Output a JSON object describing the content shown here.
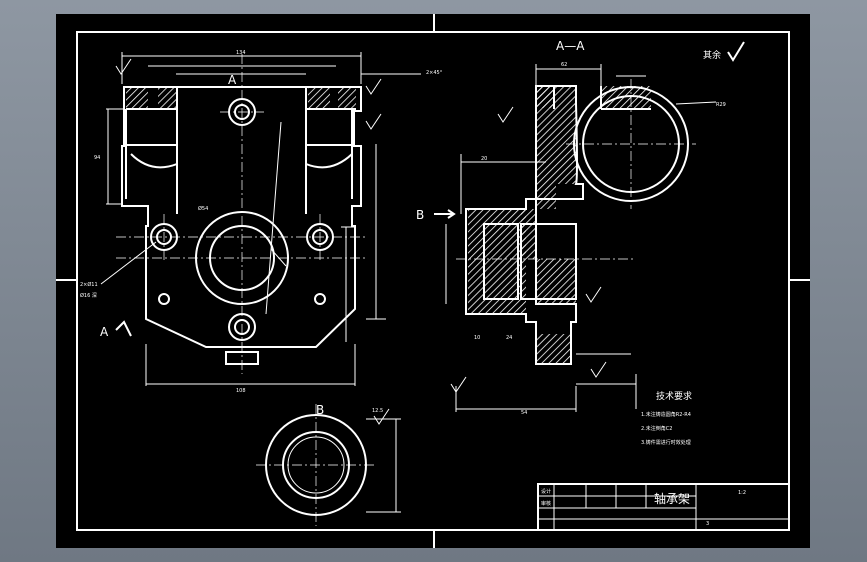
{
  "colors": {
    "background": "#000000",
    "lines": "#ffffff",
    "hatch": "#ffffff",
    "frame_bg": "#7f8893"
  },
  "views": {
    "front_section_mark": "A",
    "front_arrow_mark": "A",
    "section_title": "A—A",
    "view_b_arrow": "B",
    "view_b_title": "B"
  },
  "annotations": {
    "surface_remaining": "其余",
    "roughness_b": "12.5",
    "chamfer": "2×45°"
  },
  "dimensions": {
    "front_top": "134",
    "front_bottom": "108",
    "front_side": "94",
    "holes_note": "2×Ø11",
    "counterbore": "Ø16 深",
    "boss_dia": "Ø54",
    "side_top": "62",
    "radius": "R29",
    "bottom_width": "54",
    "dims_20": "20",
    "dims_10": "10",
    "dims_24": "24"
  },
  "tech_req": {
    "title": "技术要求",
    "items": [
      "1.未注铸造圆角R2-R4",
      "2.未注倒角C2",
      "3.铸件需进行时效处理"
    ]
  },
  "title_block": {
    "part_name": "轴承架",
    "scale": "1:2",
    "sheet": "3",
    "row1_col1": "设计",
    "row2_col1": "审核"
  }
}
